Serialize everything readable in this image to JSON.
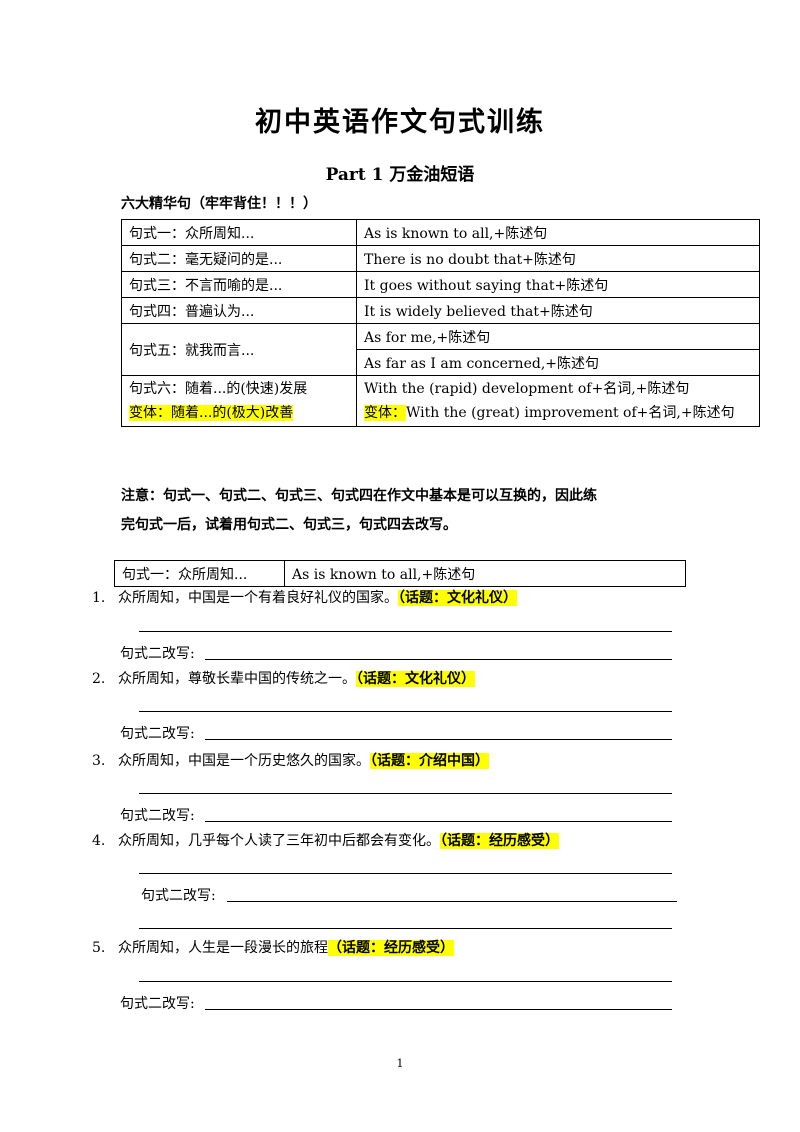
{
  "title": "初中英语作文句式训练",
  "subtitle": "Part 1  万金油短语",
  "section_label": "六大精华句（牢牢背住！！！）",
  "table": {
    "rows": [
      {
        "cn": "句式一：众所周知...",
        "en": "As is known to all,+陈述句"
      },
      {
        "cn": "句式二：毫无疑问的是...",
        "en": "There is no doubt that+陈述句"
      },
      {
        "cn": "句式三：不言而喻的是...",
        "en": "It goes without saying that+陈述句"
      },
      {
        "cn": "句式四：普遍认为...",
        "en": "It is widely believed that+陈述句"
      },
      {
        "cn": "句式五：就我而言...",
        "en": "As for me,+陈述句",
        "en2": "As far as I am concerned,+陈述句"
      },
      {
        "cn": "句式六：随着...的(快速)发展",
        "en": "With the (rapid) development of+名词,+陈述句",
        "cn_variant": "变体：随着...的(极大)改善",
        "en_variant_label": "变体：",
        "en_variant": "With the (great) improvement of+名词,+陈述句"
      }
    ]
  },
  "note_line1": "注意：句式一、句式二、句式三、句式四在作文中基本是可以互换的，因此练",
  "note_line2": "完句式一后，试着用句式二、句式三，句式四去改写。",
  "small_table": {
    "cn": "句式一：众所周知...",
    "en": "As is known to all,+陈述句"
  },
  "rewrite_label": "句式二改写:",
  "questions": [
    {
      "num": "1.",
      "text": "众所周知，中国是一个有着良好礼仪的国家。",
      "topic": "（话题：文化礼仪）"
    },
    {
      "num": "2.",
      "text": "众所周知，尊敬长辈中国的传统之一。",
      "topic": "（话题：文化礼仪）"
    },
    {
      "num": "3.",
      "text": "众所周知，中国是一个历史悠久的国家。",
      "topic": "（话题：介绍中国）"
    },
    {
      "num": "4.",
      "text": "众所周知，几乎每个人读了三年初中后都会有变化。",
      "topic": "（话题：经历感受）"
    },
    {
      "num": "5.",
      "text": "众所周知，人生是一段漫长的旅程",
      "topic": "（话题：经历感受）"
    }
  ],
  "page_number": "1"
}
